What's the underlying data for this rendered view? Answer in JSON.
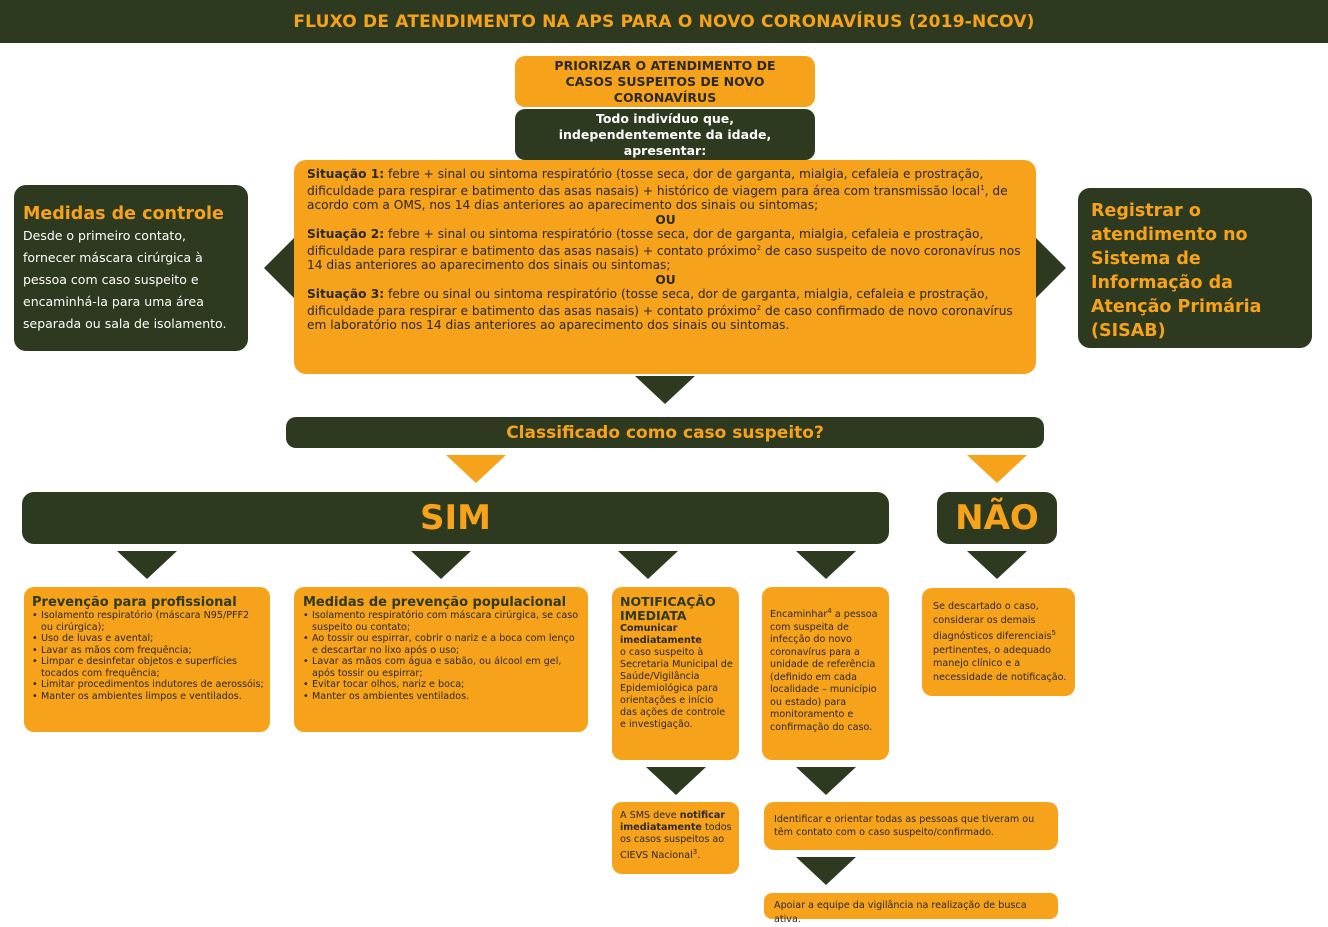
{
  "header": {
    "title": "FLUXO DE ATENDIMENTO NA APS PARA O NOVO CORONAVÍRUS (2019-NCOV)"
  },
  "top": {
    "priority": "PRIORIZAR O ATENDIMENTO DE CASOS SUSPEITOS DE NOVO CORONAVÍRUS",
    "intro": "Todo indivíduo que, independentemente da idade, apresentar:"
  },
  "situations": {
    "s1_label": "Situação 1:",
    "s1_text": "febre + sinal ou sintoma respiratório (tosse seca, dor de garganta, mialgia, cefaleia e prostração, dificuldade para respirar e batimento das asas nasais) + histórico de viagem para área com transmissão local",
    "s1_sup": "1",
    "s1_tail": ", de acordo com a OMS, nos 14 dias anteriores ao aparecimento dos sinais ou sintomas;",
    "or1": "OU",
    "s2_label": "Situação 2:",
    "s2_text": "febre + sinal ou sintoma respiratório (tosse seca, dor de garganta, mialgia, cefaleia e prostração, dificuldade para respirar e batimento das asas nasais) + contato próximo",
    "s2_sup": "2",
    "s2_tail": " de caso suspeito de novo coronavírus nos 14 dias anteriores ao aparecimento dos sinais ou sintomas;",
    "or2": "OU",
    "s3_label": "Situação 3:",
    "s3_text": "febre ou sinal ou sintoma respiratório (tosse seca, dor de garganta, mialgia, cefaleia e prostração, dificuldade para respirar e batimento das asas nasais) + contato próximo",
    "s3_sup": "2",
    "s3_tail": " de caso confirmado de novo coronavírus em laboratório nos 14 dias anteriores ao aparecimento dos sinais ou sintomas."
  },
  "left_box": {
    "title": "Medidas de controle",
    "text": "Desde o primeiro contato, fornecer máscara cirúrgica à pessoa com caso suspeito e encaminhá-la para uma área separada ou sala de isolamento."
  },
  "right_box": {
    "title": "Registrar o atendimento no Sistema de Informação da Atenção Primária (SISAB)"
  },
  "question": "Classificado como caso suspeito?",
  "yes": "SIM",
  "no": "NÃO",
  "prof": {
    "title": "Prevenção para profissional",
    "items": [
      "Isolamento respiratório (máscara N95/PFF2 ou cirúrgica);",
      "Uso de luvas e avental;",
      "Lavar as mãos com frequência;",
      "Limpar e desinfetar objetos e superfícies tocados com frequência;",
      "Limitar procedimentos indutores de aerossóis;",
      "Manter os ambientes limpos e ventilados."
    ]
  },
  "pop": {
    "title": "Medidas de prevenção populacional",
    "items": [
      "Isolamento respiratório com máscara cirúrgica, se caso suspeito ou contato;",
      "Ao tossir ou espirrar, cobrir o nariz e a boca com lenço e descartar no lixo após o uso;",
      "Lavar as mãos com água e sabão, ou álcool em gel, após tossir ou espirrar;",
      "Evitar tocar olhos, nariz e boca;",
      "Manter os ambientes ventilados."
    ]
  },
  "notif": {
    "title": "NOTIFICAÇÃO IMEDIATA",
    "bold": "Comunicar imediatamente",
    "text": "o caso suspeito à Secretaria Municipal de Saúde/Vigilância Epidemiológica para orientações e início das ações de controle e investigação."
  },
  "sms": {
    "pre": "A SMS deve ",
    "bold": "notificar imediatamente",
    "post": " todos os casos suspeitos ao CIEVS Nacional",
    "sup": "3",
    "end": "."
  },
  "refer": {
    "pre": "Encaminhar",
    "sup": "4",
    "text": " a pessoa com suspeita de infecção do novo coronavírus para a unidade de referência (definido em cada localidade – município ou estado) para monitoramento e confirmação do caso."
  },
  "contacts": "Identificar e orientar todas as pessoas que tiveram ou têm contato com o caso suspeito/confirmado.",
  "active_search": "Apoiar a equipe da vigilância na realização de busca ativa.",
  "discard": {
    "pre": "Se descartado o caso, considerar os demais diagnósticos diferenciais",
    "sup": "5",
    "post": " pertinentes, o adequado manejo clínico e a necessidade de notificação."
  },
  "colors": {
    "dark_green": "#2e3a1f",
    "orange": "#f7a21b"
  }
}
